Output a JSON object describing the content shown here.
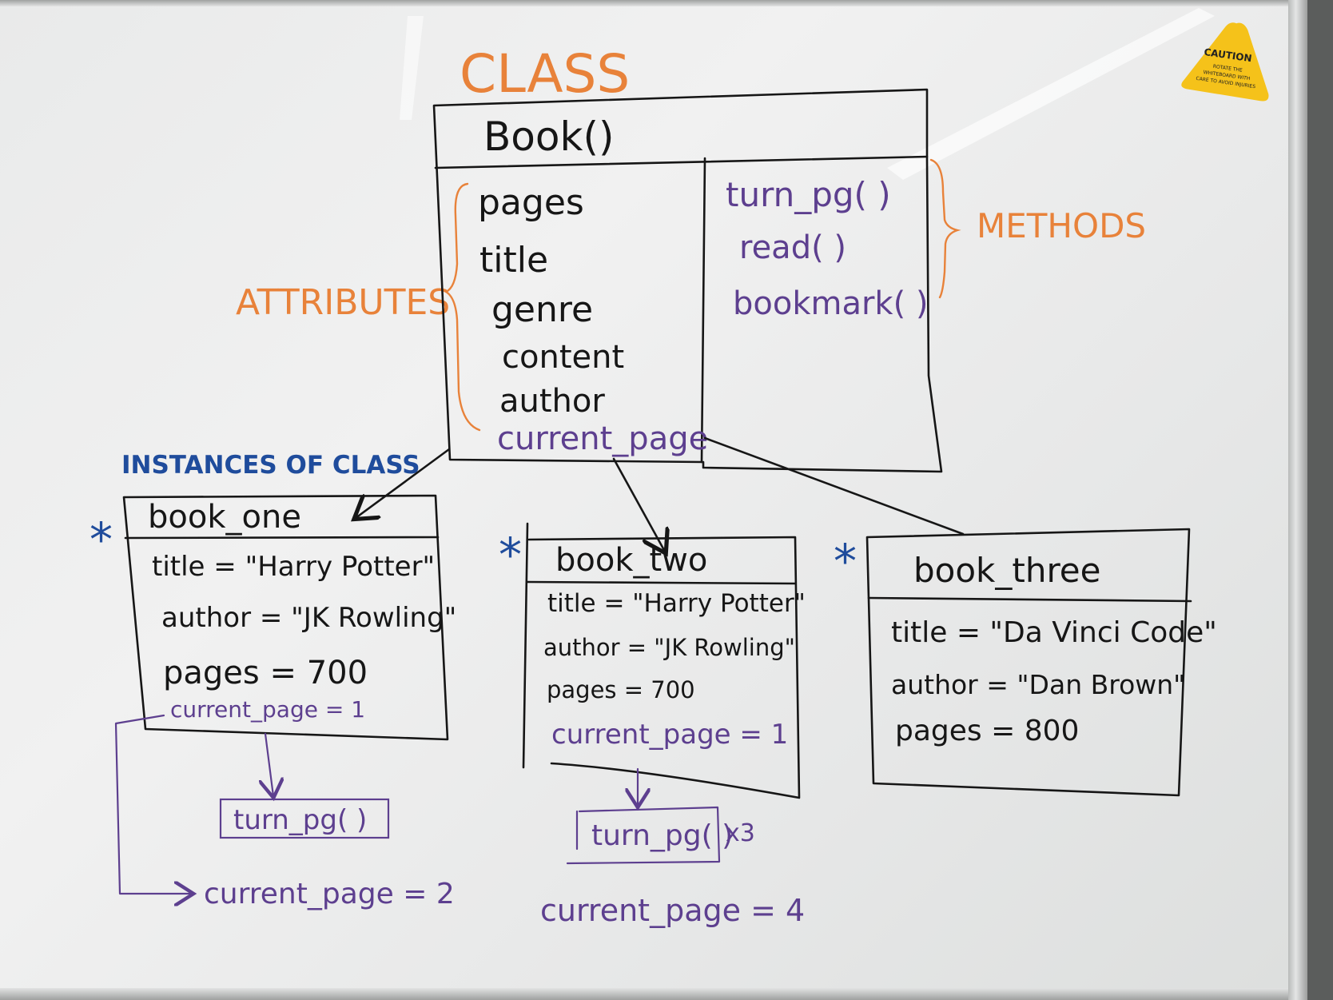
{
  "labels": {
    "class": "CLASS",
    "attributes": "ATTRIBUTES",
    "methods": "METHODS",
    "instances": "INSTANCES OF CLASS"
  },
  "class_box": {
    "name": "Book()",
    "attributes": [
      "pages",
      "title",
      "genre",
      "content",
      "author",
      "current_page"
    ],
    "methods": [
      "turn_pg( )",
      "read( )",
      "bookmark( )"
    ]
  },
  "instances": [
    {
      "marker": "*",
      "name": "book_one",
      "fields": [
        "title = \"Harry Potter\"",
        "author = \"JK Rowling\"",
        "pages = 700"
      ],
      "current": "current_page = 1"
    },
    {
      "marker": "*",
      "name": "book_two",
      "fields": [
        "title = \"Harry Potter\"",
        "author = \"JK Rowling\"",
        "pages = 700"
      ],
      "current": "current_page = 1"
    },
    {
      "marker": "*",
      "name": "book_three",
      "fields": [
        "title = \"Da Vinci Code\"",
        "author = \"Dan Brown\"",
        "pages = 800"
      ]
    }
  ],
  "flows": {
    "book_one_method": "turn_pg( )",
    "book_one_result": "current_page = 2",
    "book_two_method": "turn_pg( )",
    "book_two_multiplier": "x3",
    "book_two_result": "current_page = 4"
  },
  "caution_sticker": {
    "title": "CAUTION",
    "line1": "ROTATE THE",
    "line2": "WHITEBOARD WITH",
    "line3": "CARE TO AVOID INJURIES"
  },
  "colors": {
    "black_marker": "#161616",
    "orange_marker": "#e8823a",
    "purple_marker": "#5d3f8f",
    "blue_marker": "#1f4c9c",
    "sticker": "#f5c21a"
  }
}
